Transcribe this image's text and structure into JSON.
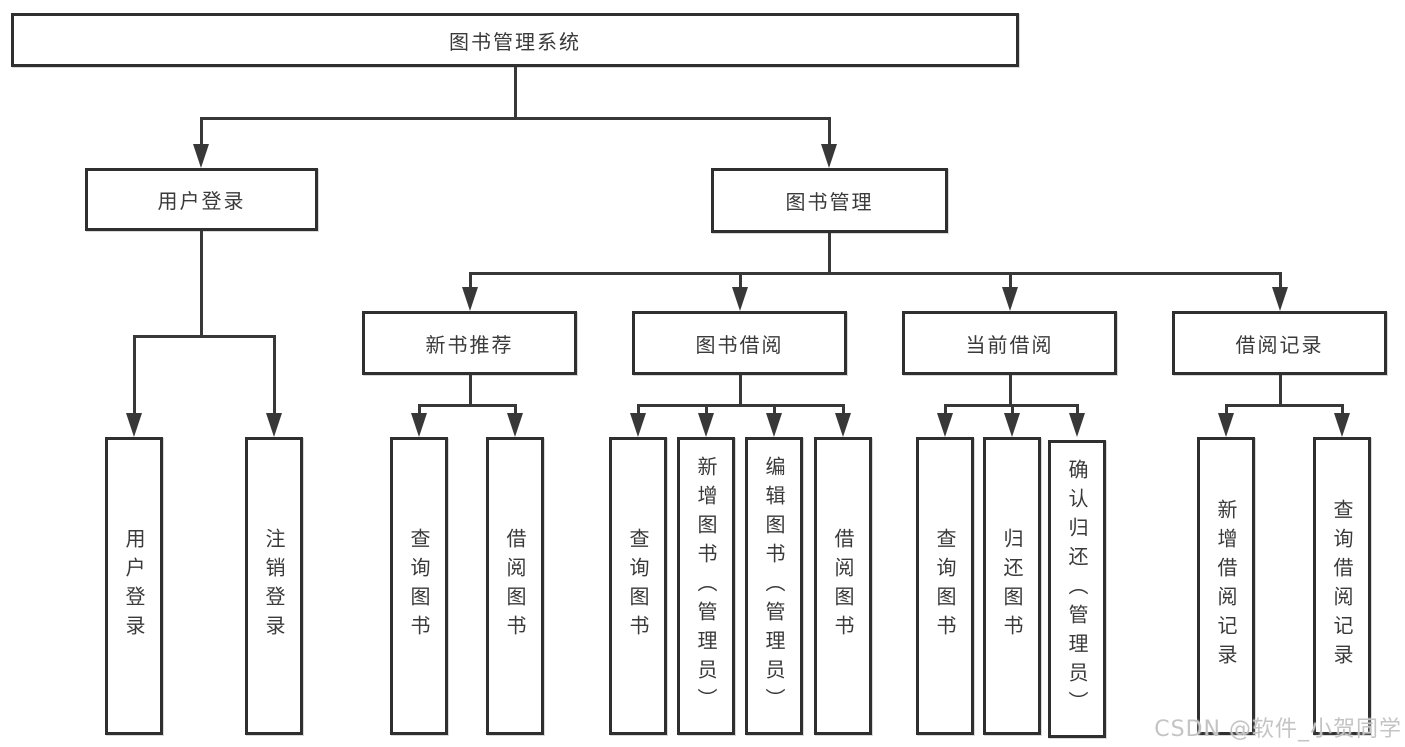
{
  "root_label": "图书管理系统",
  "level2": {
    "user_login": "用户登录",
    "book_management": "图书管理"
  },
  "level3": {
    "new_book_recommend": "新书推荐",
    "book_borrowing": "图书借阅",
    "current_borrowing": "当前借阅",
    "borrowing_records": "借阅记录"
  },
  "leaves": {
    "user_login": [
      "用户登录",
      "注销登录"
    ],
    "new_book_recommend": [
      "查询图书",
      "借阅图书"
    ],
    "book_borrowing": [
      "查询图书",
      "新增图书（管理员）",
      "编辑图书（管理员）",
      "借阅图书"
    ],
    "current_borrowing": [
      "查询图书",
      "归还图书",
      "确认归还（管理员）"
    ],
    "borrowing_records": [
      "新增借阅记录",
      "查询借阅记录"
    ]
  },
  "watermark": "CSDN @软件_小贺同学",
  "colors": {
    "line": "#383838",
    "border": "#2f2f2f",
    "text": "#3a3a3a",
    "watermark_text": "#c4c4c4",
    "background": "#ffffff"
  }
}
